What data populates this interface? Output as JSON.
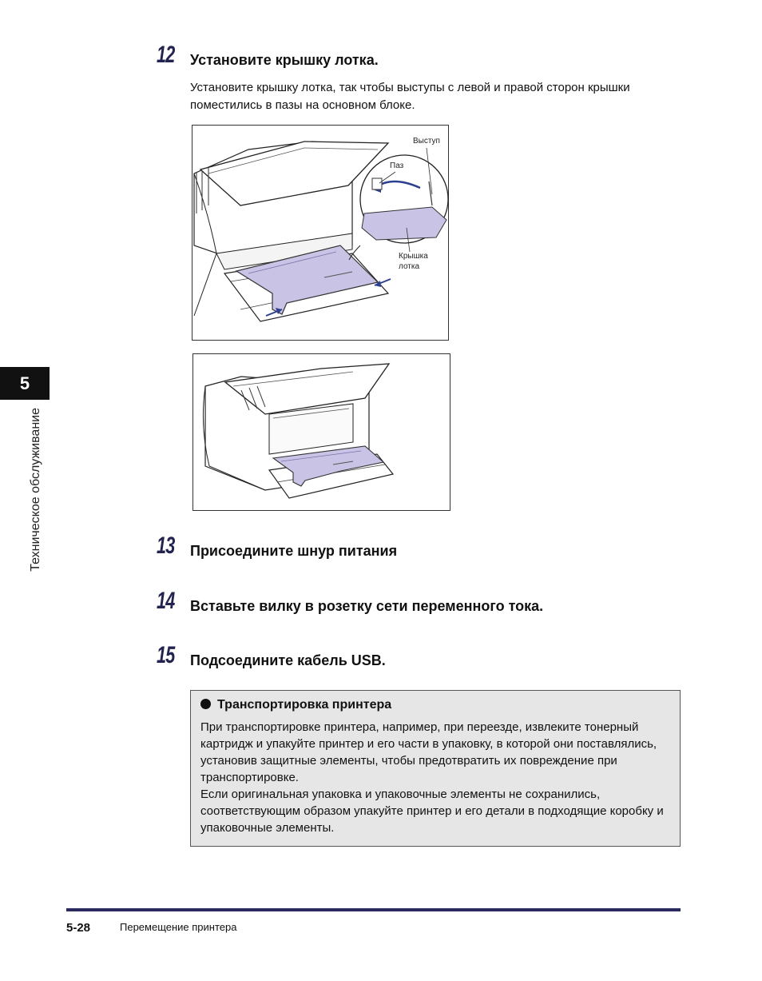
{
  "steps": [
    {
      "number": "12",
      "title": "Установите крышку лотка.",
      "body": "Установите крышку лотка, так чтобы выступы с левой и правой сторон крышки поместились в пазы на основном блоке."
    },
    {
      "number": "13",
      "title": "Присоедините шнур питания"
    },
    {
      "number": "14",
      "title": "Вставьте вилку в розетку сети переменного тока."
    },
    {
      "number": "15",
      "title": "Подсоедините кабель USB."
    }
  ],
  "figure1": {
    "labels": {
      "vystup": "Выступ",
      "paz": "Паз",
      "cover_line1": "Крышка",
      "cover_line2": "лотка"
    }
  },
  "chapter": {
    "number": "5",
    "title": "Техническое обслуживание"
  },
  "note": {
    "title": "Транспортировка принтера",
    "para1": "При транспортировке принтера, например, при переезде, извлеките тонерный картридж и упакуйте принтер и его части в упаковку, в которой они поставлялись, установив защитные элементы, чтобы предотвратить их повреждение при транспортировке.",
    "para2": "Если оригинальная упаковка и упаковочные элементы не сохранились, соответствующим образом упакуйте принтер и его детали в подходящие коробку и упаковочные элементы."
  },
  "footer": {
    "page": "5-28",
    "section": "Перемещение принтера"
  },
  "colors": {
    "accent": "#23234f",
    "cover_fill": "#c9c3e6",
    "arrow": "#2d3f8f"
  }
}
